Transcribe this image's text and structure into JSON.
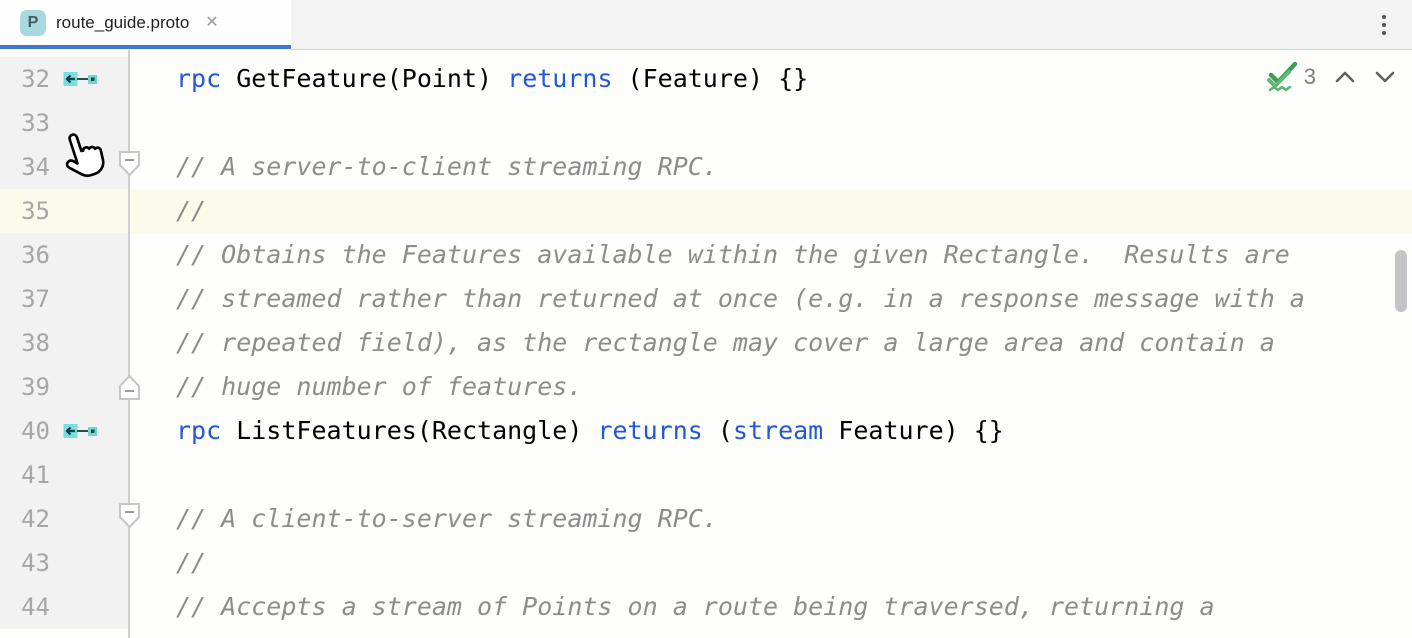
{
  "tab_bar": {
    "active_tab": {
      "icon_letter": "P",
      "title": "route_guide.proto",
      "close_glyph": "✕"
    },
    "kebab_menu_name": "more-options"
  },
  "analysis_widget": {
    "count": "3"
  },
  "editor": {
    "lines": [
      {
        "num": "32",
        "gutter_icon": "rpc-method",
        "tokens": [
          {
            "t": "rpc",
            "c": "k"
          },
          {
            "t": " GetFeature(Point) ",
            "c": "p"
          },
          {
            "t": "returns",
            "c": "k"
          },
          {
            "t": " (Feature) {}",
            "c": "p"
          }
        ]
      },
      {
        "num": "33",
        "tokens": []
      },
      {
        "num": "34",
        "fold": "start",
        "tokens": [
          {
            "t": "// A server-to-client streaming RPC.",
            "c": "c"
          }
        ]
      },
      {
        "num": "35",
        "highlight": true,
        "tokens": [
          {
            "t": "//",
            "c": "c"
          }
        ]
      },
      {
        "num": "36",
        "tokens": [
          {
            "t": "// Obtains the Features available within the given Rectangle.  Results are",
            "c": "c"
          }
        ]
      },
      {
        "num": "37",
        "tokens": [
          {
            "t": "// streamed rather than returned at once (e.g. in a response message with a",
            "c": "c"
          }
        ]
      },
      {
        "num": "38",
        "tokens": [
          {
            "t": "// repeated field), as the rectangle may cover a large area and contain a",
            "c": "c"
          }
        ]
      },
      {
        "num": "39",
        "fold": "end",
        "tokens": [
          {
            "t": "// huge number of features.",
            "c": "c"
          }
        ]
      },
      {
        "num": "40",
        "gutter_icon": "rpc-method",
        "tokens": [
          {
            "t": "rpc",
            "c": "k"
          },
          {
            "t": " ListFeatures(Rectangle) ",
            "c": "p"
          },
          {
            "t": "returns",
            "c": "k"
          },
          {
            "t": " (",
            "c": "p"
          },
          {
            "t": "stream",
            "c": "k"
          },
          {
            "t": " Feature) {}",
            "c": "p"
          }
        ]
      },
      {
        "num": "41",
        "tokens": []
      },
      {
        "num": "42",
        "fold": "start",
        "tokens": [
          {
            "t": "// A client-to-server streaming RPC.",
            "c": "c"
          }
        ]
      },
      {
        "num": "43",
        "tokens": [
          {
            "t": "//",
            "c": "c"
          }
        ]
      },
      {
        "num": "44",
        "tokens": [
          {
            "t": "// Accepts a stream of Points on a route being traversed, returning a",
            "c": "c"
          }
        ]
      }
    ]
  },
  "colors": {
    "tab_accent": "#4178CE",
    "keyword": "#2257D8",
    "comment": "#8C8C8C",
    "line_highlight": "#FCFAEB",
    "gutter_bg": "#F2F2F2",
    "icon_teal": "#7ADCDF",
    "check_green": "#4CA564"
  }
}
